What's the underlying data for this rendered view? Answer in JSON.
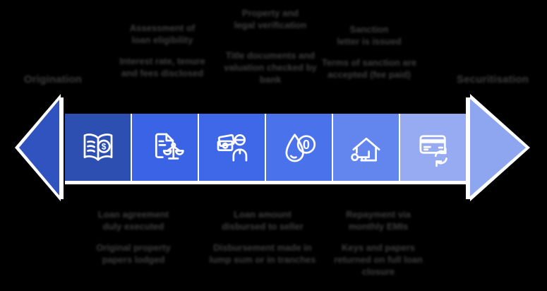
{
  "diagram": {
    "left_label": "Origination",
    "right_label": "Securitisation",
    "colors": {
      "left_arrow": "#3053c0",
      "right_arrow": "#8ea6f0",
      "text": "#3c3c3c",
      "squares": [
        "#2d4fb2",
        "#3b63e5",
        "#3f68e9",
        "#4a72ea",
        "#6386ee",
        "#97abf2"
      ]
    },
    "steps": [
      {
        "icon": "price-book-icon"
      },
      {
        "icon": "legal-scales-document-icon"
      },
      {
        "icon": "salary-person-icon"
      },
      {
        "icon": "zero-drop-icon"
      },
      {
        "icon": "house-key-icon"
      },
      {
        "icon": "card-renewal-icon"
      }
    ],
    "top_blocks": [
      {
        "p1": [
          "Assessment of",
          "loan eligibility"
        ],
        "p2": [
          "Interest rate, tenure",
          "and fees disclosed"
        ]
      },
      {
        "p1": [
          "Property and",
          "legal verification"
        ],
        "p2": [
          "Title documents and",
          "valuation checked by",
          "bank"
        ]
      },
      {
        "p1": [
          "Sanction",
          "letter is issued"
        ],
        "p2": [
          "Terms of sanction are",
          "accepted (fee paid)"
        ]
      }
    ],
    "bottom_blocks": [
      {
        "p1": [
          "Loan agreement",
          "duly executed"
        ],
        "p2": [
          "Original property",
          "papers lodged"
        ]
      },
      {
        "p1": [
          "Loan amount",
          "disbursed to seller"
        ],
        "p2": [
          "Disbursement made in",
          "lump sum or in tranches"
        ]
      },
      {
        "p1": [
          "Repayment via",
          "monthly EMIs"
        ],
        "p2": [
          "Keys and papers",
          "returned on full loan",
          "closure"
        ]
      }
    ]
  }
}
